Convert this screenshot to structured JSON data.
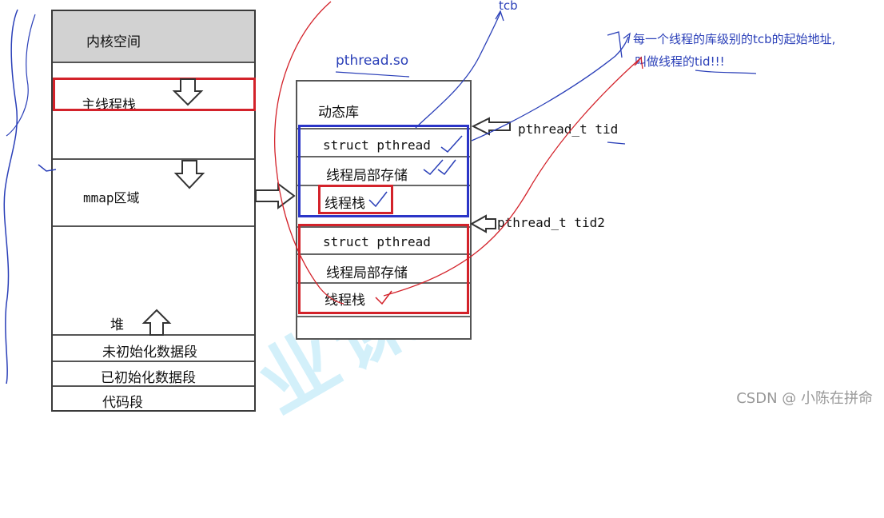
{
  "memory_layout": {
    "kernel": "内核空间",
    "main_stack": "主线程栈",
    "mmap": "mmap区域",
    "heap": "堆",
    "bss": "未初始化数据段",
    "data": "已初始化数据段",
    "code": "代码段"
  },
  "library": {
    "file": "pthread.so",
    "header": "动态库",
    "block1": {
      "struct": "struct pthread",
      "tls": "线程局部存储",
      "stack": "线程栈"
    },
    "block2": {
      "struct": "struct pthread",
      "tls": "线程局部存储",
      "stack": "线程栈"
    }
  },
  "pointers": {
    "tid1": "pthread_t tid",
    "tid2": "pthread_t tid2"
  },
  "annotations": {
    "tcb": "tcb",
    "note_line1": "每一个线程的库级别的tcb的起始地址,",
    "note_line2": "叫做线程的tid!!!"
  },
  "watermark": "业课",
  "footer": "CSDN @ 小陈在拼命",
  "colors": {
    "red": "#d3222a",
    "blue": "#2b35c7",
    "annotation_blue": "#2a3fb8",
    "kernel_gray": "#d2d2d2"
  }
}
